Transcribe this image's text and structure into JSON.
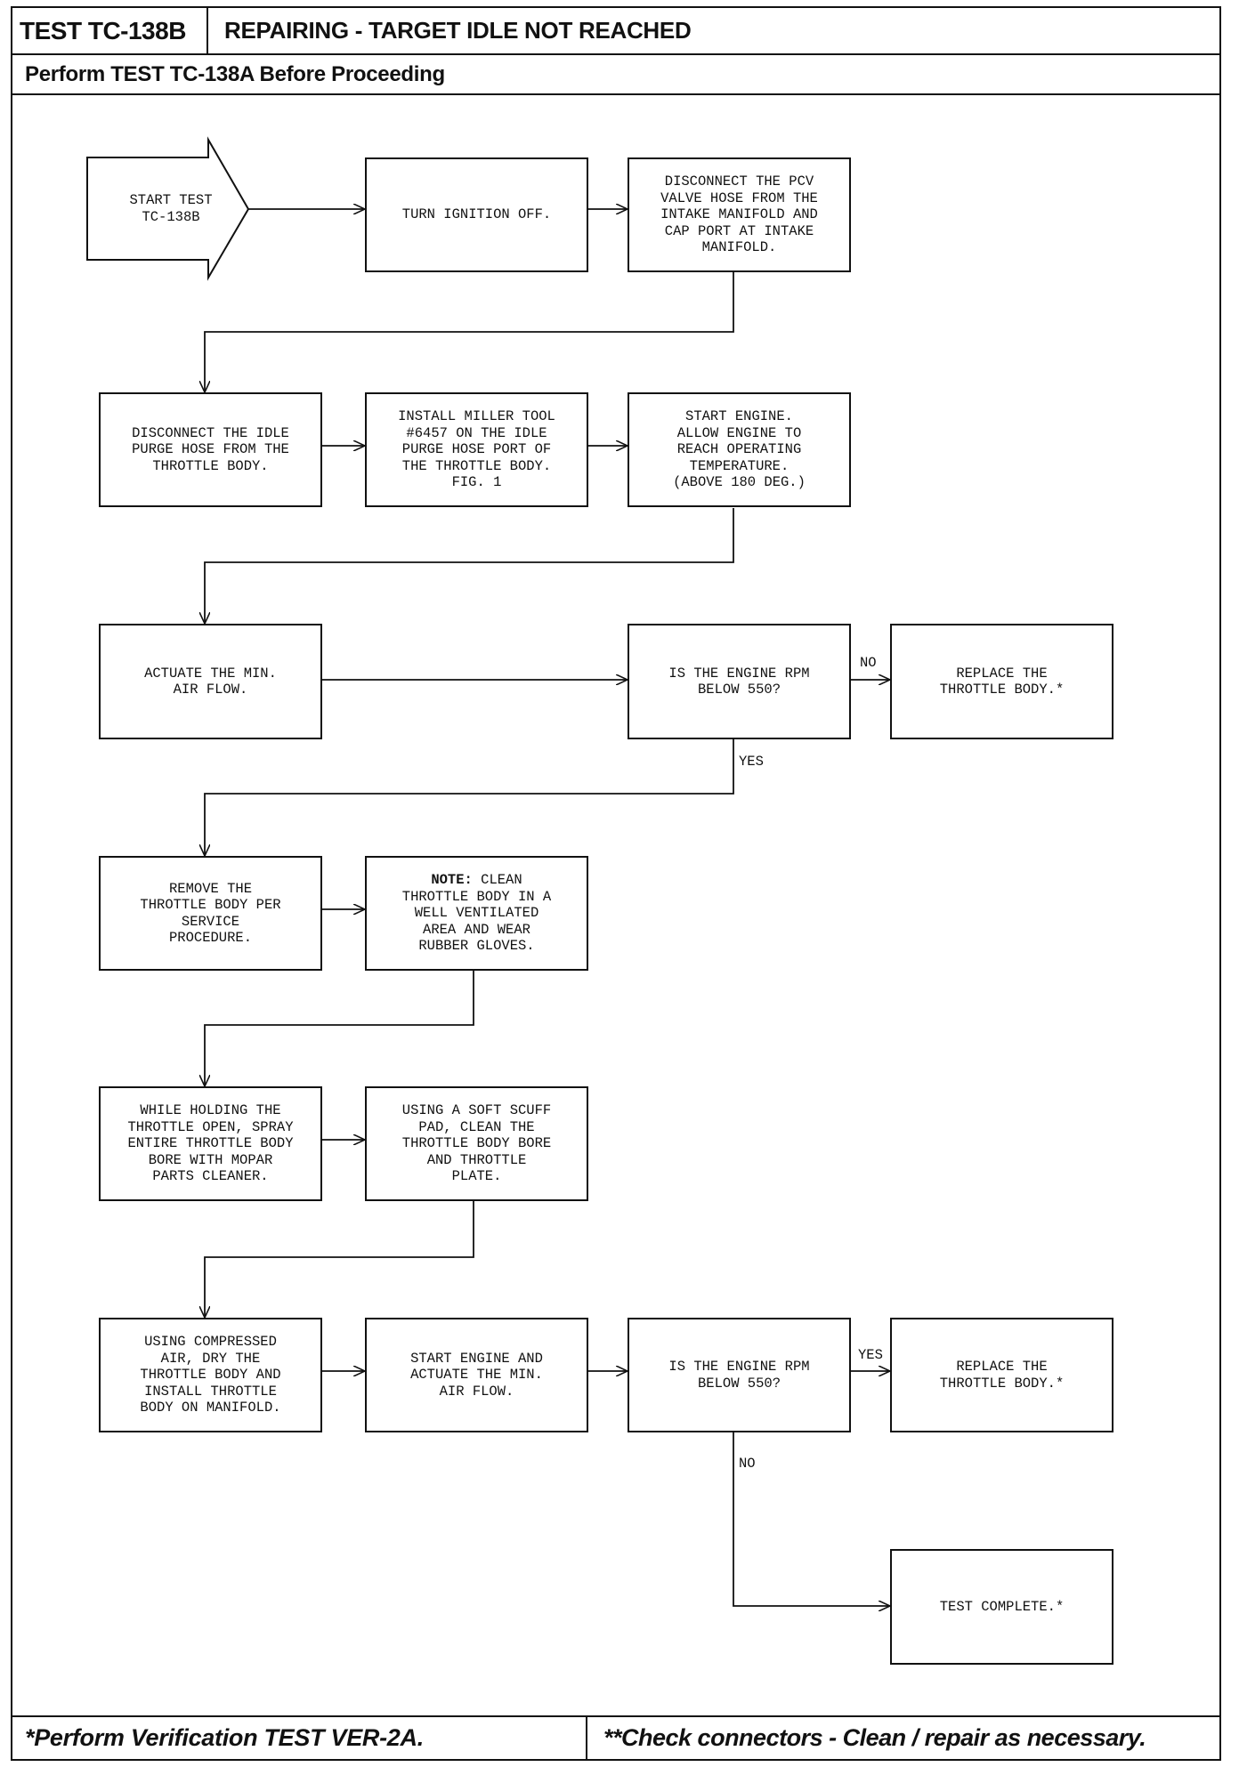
{
  "header": {
    "test_id": "TEST TC-138B",
    "title": "REPAIRING - TARGET IDLE NOT REACHED",
    "prerequisite": "Perform TEST TC-138A Before Proceeding"
  },
  "flowchart": {
    "start": "START TEST\nTC-138B",
    "steps": {
      "turn_ignition_off": "TURN IGNITION OFF.",
      "disconnect_pcv": "DISCONNECT THE PCV\nVALVE HOSE FROM THE\nINTAKE MANIFOLD AND\nCAP PORT AT INTAKE\nMANIFOLD.",
      "disconnect_idle_purge": "DISCONNECT THE IDLE\nPURGE HOSE FROM THE\nTHROTTLE BODY.",
      "install_miller_tool": "INSTALL MILLER TOOL\n#6457 ON THE IDLE\nPURGE HOSE PORT OF\nTHE THROTTLE BODY.\nFIG. 1",
      "start_engine_warm": "START ENGINE.\nALLOW ENGINE TO\nREACH OPERATING\nTEMPERATURE.\n(ABOVE 180 DEG.)",
      "actuate_min_air_flow": "ACTUATE THE MIN.\nAIR FLOW.",
      "question_rpm_1": "IS THE ENGINE RPM\nBELOW 550?",
      "replace_throttle_body_1": "REPLACE THE\nTHROTTLE BODY.*",
      "remove_throttle_body": "REMOVE THE\nTHROTTLE BODY PER\nSERVICE\nPROCEDURE.",
      "note_label": "NOTE:",
      "note_text": " CLEAN\nTHROTTLE BODY IN A\nWELL VENTILATED\nAREA AND WEAR\nRUBBER GLOVES.",
      "spray_bore": "WHILE HOLDING THE\nTHROTTLE OPEN, SPRAY\nENTIRE THROTTLE BODY\nBORE WITH MOPAR\nPARTS CLEANER.",
      "scuff_pad": "USING A SOFT SCUFF\nPAD, CLEAN THE\nTHROTTLE BODY BORE\nAND THROTTLE\nPLATE.",
      "dry_install": "USING COMPRESSED\nAIR, DRY THE\nTHROTTLE BODY AND\nINSTALL THROTTLE\nBODY ON MANIFOLD.",
      "start_actuate": "START ENGINE AND\nACTUATE THE MIN.\nAIR FLOW.",
      "question_rpm_2": "IS THE ENGINE RPM\nBELOW 550?",
      "replace_throttle_body_2": "REPLACE THE\nTHROTTLE BODY.*",
      "test_complete": "TEST COMPLETE.*"
    },
    "edge_labels": {
      "q1_no": "NO",
      "q1_yes": "YES",
      "q2_yes": "YES",
      "q2_no": "NO"
    }
  },
  "footer": {
    "left": "*Perform Verification TEST VER-2A.",
    "right": "**Check connectors - Clean / repair as necessary."
  }
}
